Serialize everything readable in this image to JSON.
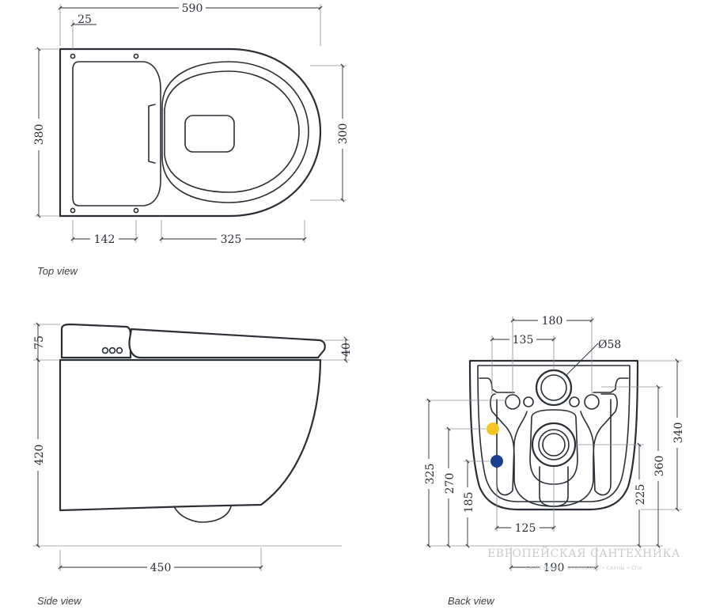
{
  "views": {
    "top": {
      "caption": "Top view",
      "dims": {
        "width": "590",
        "offset": "25",
        "depth": "380",
        "seat_depth": "300",
        "lid_width": "142",
        "seat_length": "325"
      }
    },
    "side": {
      "caption": "Side view",
      "dims": {
        "lid_height": "75",
        "seat_height": "40",
        "body_height": "420",
        "length": "450"
      }
    },
    "back": {
      "caption": "Back view",
      "dims": {
        "bolt_spacing_outer": "180",
        "bolt_spacing_inner": "135",
        "inlet_diameter": "Ø58",
        "height_340": "340",
        "height_360": "360",
        "height_225": "225",
        "height_325": "325",
        "height_270": "270",
        "height_185": "185",
        "outlet_spacing": "125",
        "width_190": "190"
      },
      "markers": {
        "hot_color": "#f3c623",
        "cold_color": "#1a3f8f"
      }
    }
  },
  "watermark": {
    "title": "ЕВРОПЕЙСКАЯ САНТЕХНИКА",
    "subtitle": "САНТЕХНИКА • ОТОПЛЕНИЕ • САУНЫ • СПА"
  },
  "colors": {
    "line": "#2a2f36",
    "extension": "#8c9096"
  }
}
